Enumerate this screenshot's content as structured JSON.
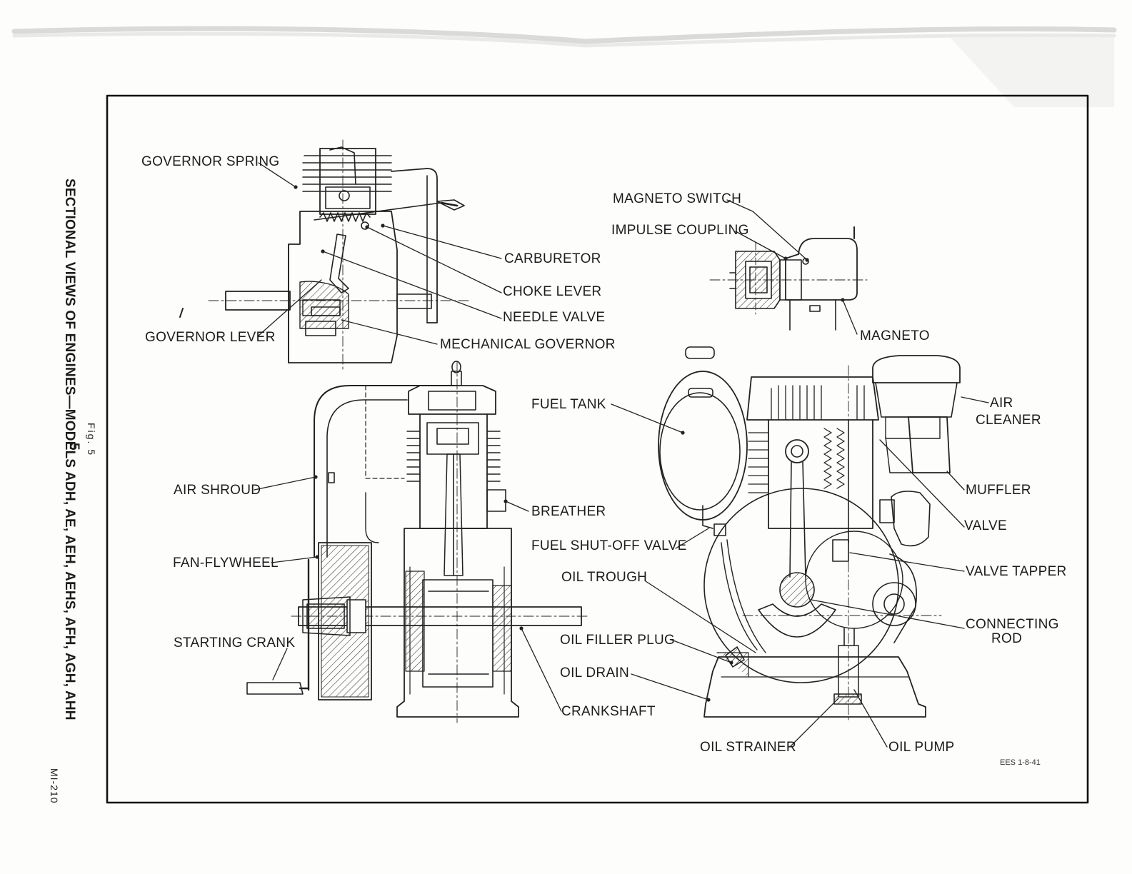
{
  "sidebar": {
    "title": "SECTIONAL VIEWS OF ENGINES—MODELS ADH, AE, AEH, AEHS, AFH, AGH, AHH",
    "figure": "Fig. 5",
    "page_number": "5",
    "doc_code": "MI-210"
  },
  "drawing_stamp": "EES 1-8-41",
  "labels": {
    "governor_spring": "GOVERNOR SPRING",
    "carburetor": "CARBURETOR",
    "choke_lever": "CHOKE LEVER",
    "needle_valve": "NEEDLE VALVE",
    "governor_lever": "GOVERNOR LEVER",
    "mechanical_governor": "MECHANICAL GOVERNOR",
    "magneto_switch": "MAGNETO SWITCH",
    "impulse_coupling": "IMPULSE COUPLING",
    "magneto": "MAGNETO",
    "fuel_tank": "FUEL TANK",
    "air_cleaner_1": "AIR",
    "air_cleaner_2": "CLEANER",
    "muffler": "MUFFLER",
    "valve": "VALVE",
    "valve_tapper": "VALVE  TAPPER",
    "connecting_rod_1": "CONNECTING",
    "connecting_rod_2": "ROD",
    "air_shroud": "AIR SHROUD",
    "breather": "BREATHER",
    "fuel_shutoff_valve": "FUEL SHUT-OFF VALVE",
    "fan_flywheel": "FAN-FLYWHEEL",
    "oil_trough": "OIL TROUGH",
    "oil_filler_plug": "OIL FILLER PLUG",
    "starting_crank": "STARTING CRANK",
    "oil_drain": "OIL DRAIN",
    "crankshaft": "CRANKSHAFT",
    "oil_strainer": "OIL STRAINER",
    "oil_pump": "OIL PUMP"
  }
}
